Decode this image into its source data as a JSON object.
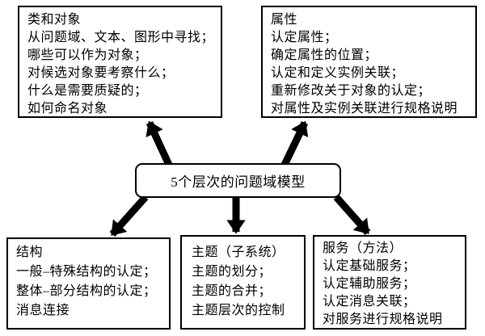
{
  "diagram": {
    "center": {
      "label": "5个层次的问题域模型"
    },
    "boxes": {
      "classes": {
        "lines": [
          "类和对象",
          "从问题域、文本、图形中寻找；",
          "哪些可以作为对象；",
          "对候选对象要考察什么；",
          "什么是需要质疑的；",
          "如何命名对象"
        ]
      },
      "attributes": {
        "lines": [
          "属性",
          "认定属性；",
          "确定属性的位置；",
          "认定和定义实例关联；",
          "重新修改关于对象的认定；",
          "对属性及实例关联进行规格说明"
        ]
      },
      "structure": {
        "lines": [
          "结构",
          "一般–特殊结构的认定；",
          "整体–部分结构的认定；",
          "消息连接"
        ]
      },
      "subject": {
        "lines": [
          "主题（子系统）",
          "主题的划分；",
          "主题的合并；",
          "主题层次的控制"
        ]
      },
      "service": {
        "lines": [
          "服务（方法）",
          "认定基础服务；",
          "认定辅助服务；",
          "认定消息关联；",
          "对服务进行规格说明"
        ]
      }
    },
    "arrows": [
      {
        "from": "center",
        "to": "classes"
      },
      {
        "from": "center",
        "to": "attributes"
      },
      {
        "from": "center",
        "to": "structure"
      },
      {
        "from": "center",
        "to": "subject"
      },
      {
        "from": "center",
        "to": "service"
      }
    ],
    "colors": {
      "ink": "#000000",
      "background": "#ffffff"
    }
  }
}
